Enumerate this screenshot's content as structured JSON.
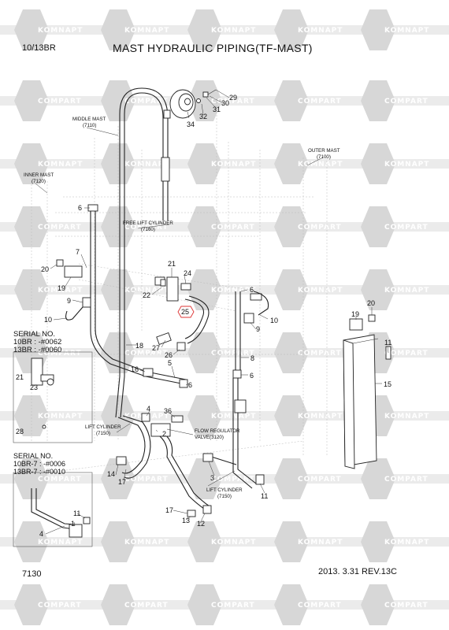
{
  "header": {
    "model": "10/13BR",
    "title": "MAST HYDRAULIC PIPING(TF-MAST)"
  },
  "footer": {
    "page_code": "7130",
    "date_rev": "2013. 3.31  REV.13C"
  },
  "watermark": {
    "text_a": "KOMNAPT",
    "text_b": "COMPART"
  },
  "assemblies": {
    "middle_mast": {
      "name": "MIDDLE MAST",
      "code": "(7110)"
    },
    "outer_mast": {
      "name": "OUTER MAST",
      "code": "(7100)"
    },
    "inner_mast": {
      "name": "INNER MAST",
      "code": "(7120)"
    },
    "free_lift_cylinder": {
      "name": "FREE LIFT CYLINDER",
      "code": "(7160)"
    },
    "lift_cylinder_left": {
      "name": "LIFT CYLINDER",
      "code": "(7150)"
    },
    "lift_cylinder_right": {
      "name": "LIFT CYLINDER",
      "code": "(7150)"
    },
    "flow_regulator": {
      "name": "FLOW REGULATOR",
      "line2": "VALVE(3120)"
    }
  },
  "serial_boxes": {
    "box1": {
      "title": "SERIAL NO.",
      "line1": "10BR : -#0062",
      "line2": "13BR : -#0060"
    },
    "box2": {
      "title": "SERIAL NO.",
      "line1": "10BR-7 : -#0006",
      "line2": "13BR-7 : -#0010"
    }
  },
  "callouts": {
    "c29": "29",
    "c30": "30",
    "c31": "31",
    "c32": "32",
    "c34": "34",
    "c6a": "6",
    "c7": "7",
    "c20a": "20",
    "c19a": "19",
    "c9a": "9",
    "c10a": "10",
    "c21": "21",
    "c24": "24",
    "c22": "22",
    "c25": "25",
    "c18": "18",
    "c27": "27",
    "c26": "26",
    "c5": "5",
    "c16": "16",
    "c6b": "6",
    "c6c": "6",
    "c10b": "10",
    "c9b": "9",
    "c8": "8",
    "c6d": "6",
    "c20b": "20",
    "c19b": "19",
    "c11a": "11",
    "c15": "15",
    "c21s": "21",
    "c23s": "23",
    "c28s": "28",
    "c4a": "4",
    "c36": "36",
    "c2": "2",
    "c14": "14",
    "c17a": "17",
    "c3": "3",
    "c12": "12",
    "c11b": "11",
    "c17b": "17",
    "c13": "13",
    "c1": "1",
    "c11c": "11",
    "c4b": "4"
  }
}
